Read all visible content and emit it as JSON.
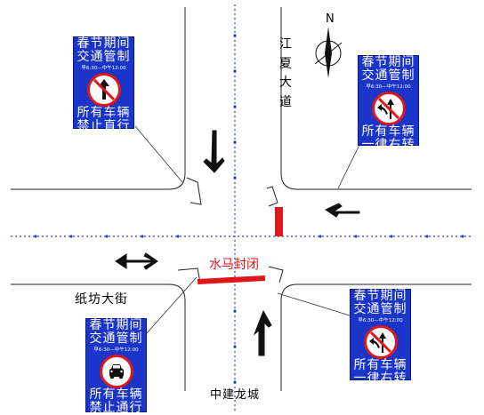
{
  "compass": {
    "north_label": "N"
  },
  "roads": {
    "east_road": "江夏大道",
    "west_road": "纸坊大街",
    "south_road": "中建龙城"
  },
  "closure": {
    "label": "水马封闭",
    "color": "#e0161b"
  },
  "signs": {
    "nw": {
      "line1": "春节期间",
      "line2": "交通管制",
      "hours": "早6:30—中午12:00",
      "line3": "所有车辆",
      "line4": "禁止直行"
    },
    "ne": {
      "line1": "春节期间",
      "line2": "交通管制",
      "hours": "早6:30—中午12:00",
      "line3": "所有车辆",
      "line4": "一律右转"
    },
    "se": {
      "line1": "春节期间",
      "line2": "交通管制",
      "hours": "早6:30—中午12:00",
      "line3": "所有车辆",
      "line4": "一律右转"
    },
    "sw": {
      "line1": "春节期间",
      "line2": "交通管制",
      "hours": "早6:30—中午12:00",
      "line3": "所有车辆",
      "line4": "禁止通行"
    }
  },
  "icons": {
    "nw": "no-straight-icon",
    "ne": "no-left-turn-icon",
    "se": "no-left-turn-icon",
    "sw": "no-vehicles-icon"
  },
  "colors": {
    "sign_blue": "#1a35c8",
    "sign_red": "#e0161b",
    "centerline": "#2b3fd6"
  }
}
